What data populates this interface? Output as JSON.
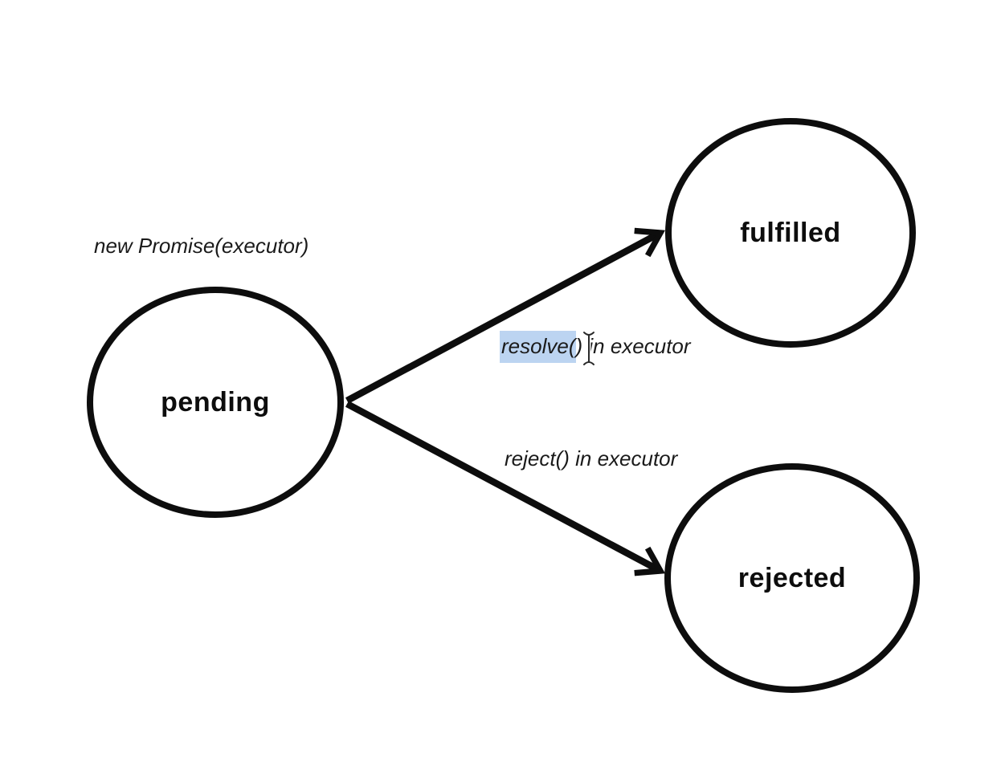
{
  "diagram": {
    "type": "state-diagram",
    "subject": "JavaScript Promise states",
    "nodes": [
      {
        "id": "pending",
        "label": "pending"
      },
      {
        "id": "fulfilled",
        "label": "fulfilled"
      },
      {
        "id": "rejected",
        "label": "rejected"
      }
    ],
    "edges": [
      {
        "from": "pending",
        "to": "fulfilled",
        "label": "resolve() in executor"
      },
      {
        "from": "pending",
        "to": "rejected",
        "label": "reject() in executor"
      }
    ],
    "labels": {
      "constructor": "new Promise(executor)",
      "resolve_selected": "resolve(",
      "resolve_rest": ") in executor",
      "reject": "reject() in executor"
    },
    "selection": {
      "selected_text": "resolve(",
      "cursor": "text-ibeam"
    },
    "colors": {
      "background": "#ffffff",
      "stroke": "#0d0d0d",
      "text": "#1a1a1a",
      "selection": "#bcd4f1"
    }
  }
}
